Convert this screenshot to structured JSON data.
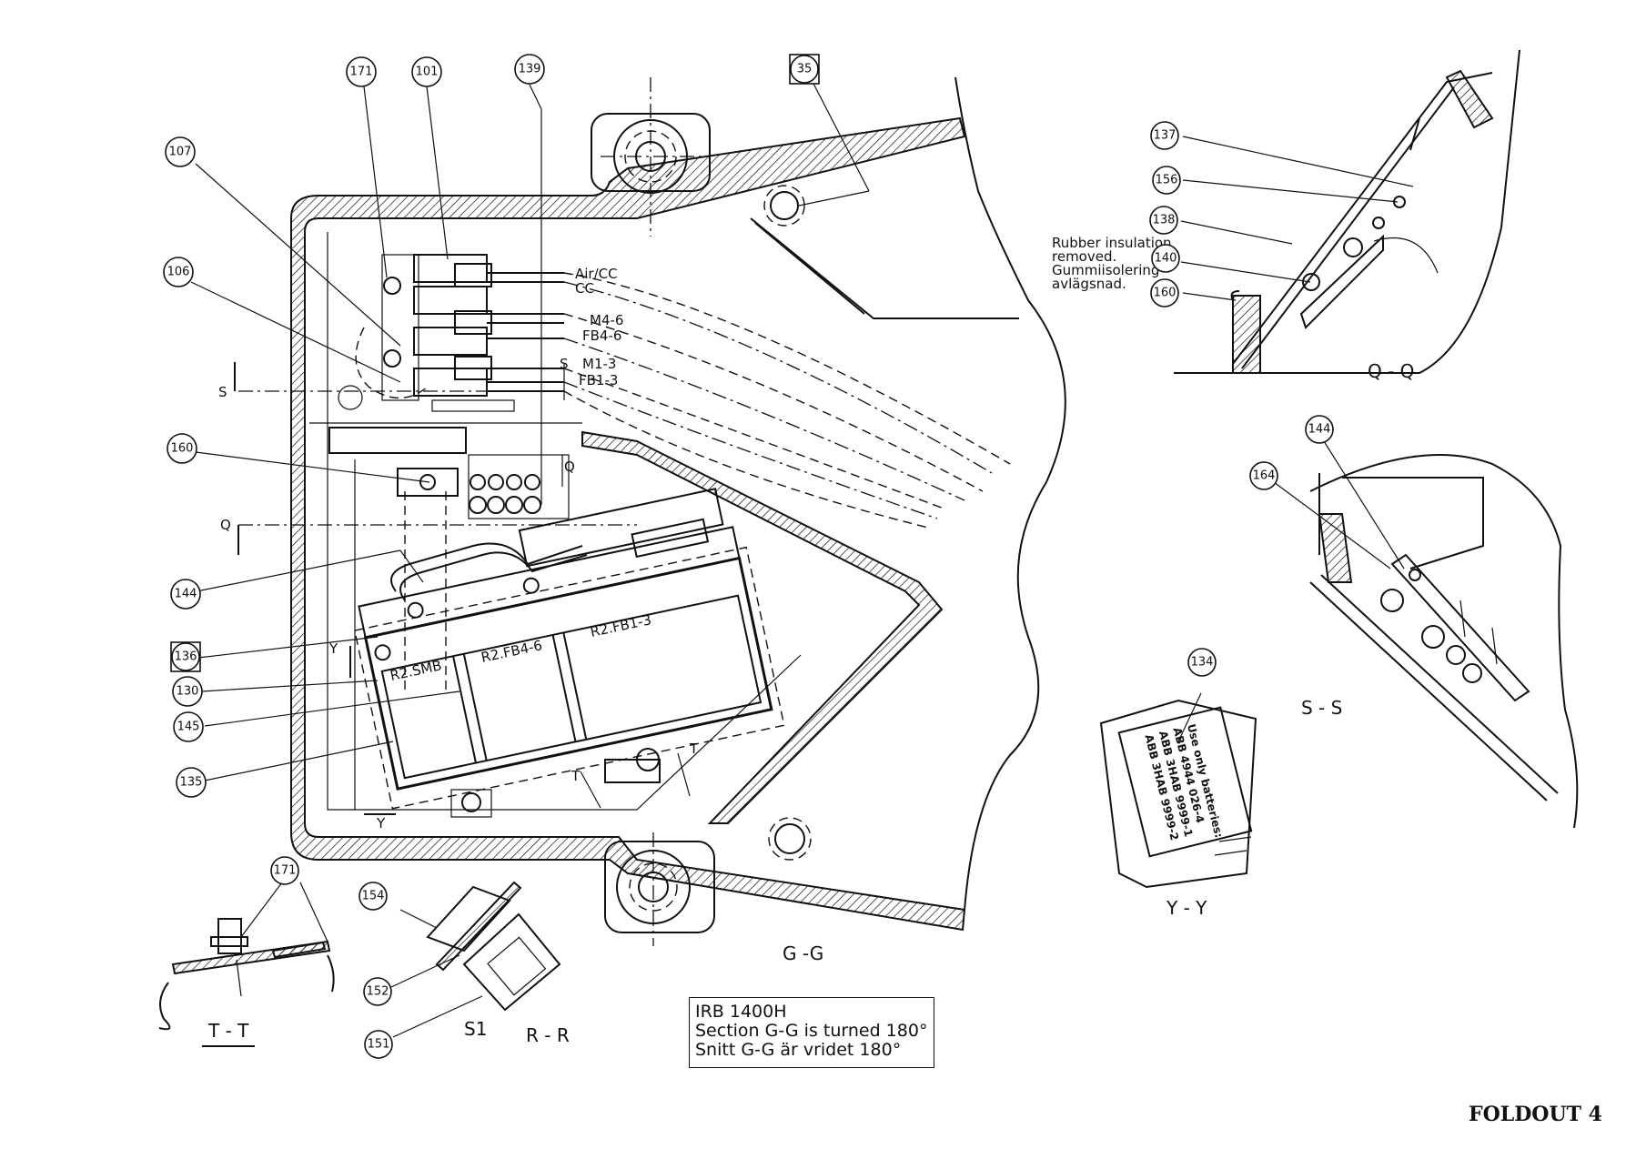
{
  "callouts": {
    "c171a": "171",
    "c101": "101",
    "c139": "139",
    "c35": "35",
    "c107": "107",
    "c106": "106",
    "c160a": "160",
    "c144a": "144",
    "c136": "136",
    "c130": "130",
    "c145": "145",
    "c135": "135",
    "c137": "137",
    "c156": "156",
    "c138": "138",
    "c140": "140",
    "c160b": "160",
    "c144b": "144",
    "c164": "164",
    "c134": "134",
    "c171b": "171",
    "c154": "154",
    "c152": "152",
    "c151": "151"
  },
  "labels": {
    "air_cc": "Air/CC",
    "cc": "CC",
    "m4_6": "M4-6",
    "fb4_6": "FB4-6",
    "m1_3": "M1-3",
    "fb1_3": "FB1-3",
    "s_mark": "S",
    "s_left": "S",
    "q_left": "Q",
    "q_mark": "Q",
    "y_top": "Y",
    "y_bottom": "Y",
    "t_left": "T",
    "t_right": "T",
    "r2_smb": "R2.SMB",
    "r2_fb46": "R2.FB4-6",
    "r2_fb13": "R2.FB1-3",
    "s1": "S1"
  },
  "rubber_note": [
    "Rubber insulation",
    "removed.",
    "Gummiisolering",
    "avlägsnad."
  ],
  "battery_label": [
    "Use only batteries:",
    "ABB 4944 026-4",
    "ABB 3HAB 9999-1",
    "ABB 3HAB 9999-2"
  ],
  "sections": {
    "gg": "G -G",
    "qq": "Q - Q",
    "ss": "S - S",
    "yy": "Y - Y",
    "tt": "T - T",
    "rr": "R - R"
  },
  "title_block": {
    "line1": "IRB 1400H",
    "line2": "Section G-G is turned 180°",
    "line3": "Snitt G-G är vridet 180°"
  },
  "footer": "FOLDOUT 4"
}
